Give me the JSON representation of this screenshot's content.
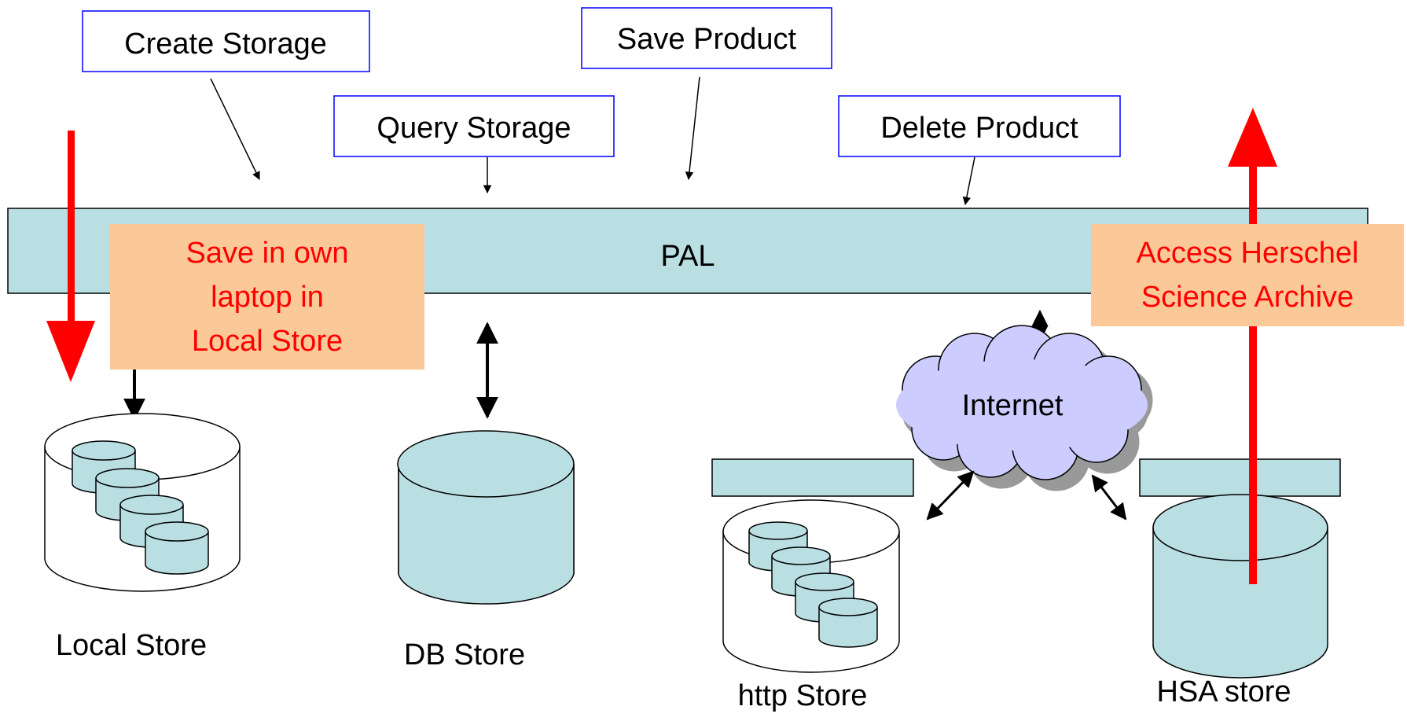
{
  "operations": {
    "create_storage": "Create Storage",
    "save_product": "Save Product",
    "query_storage": "Query Storage",
    "delete_product": "Delete Product"
  },
  "pal": {
    "label": "PAL"
  },
  "callouts": {
    "local_save": [
      "Save in own",
      "laptop in",
      "Local Store"
    ],
    "hsa_access": [
      "Access Herschel",
      "Science Archive"
    ]
  },
  "network": {
    "label": "Internet"
  },
  "stores": {
    "local": "Local Store",
    "db": "DB Store",
    "http": "http Store",
    "hsa": "HSA store"
  },
  "colors": {
    "pal_fill": "#b9dfe3",
    "op_border": "#0000ff",
    "callout_fill": "#fbc898",
    "callout_text": "#ff0000",
    "red_arrow": "#ff0000",
    "cloud_fill": "#ccccff",
    "cloud_shadow": "#999999"
  }
}
